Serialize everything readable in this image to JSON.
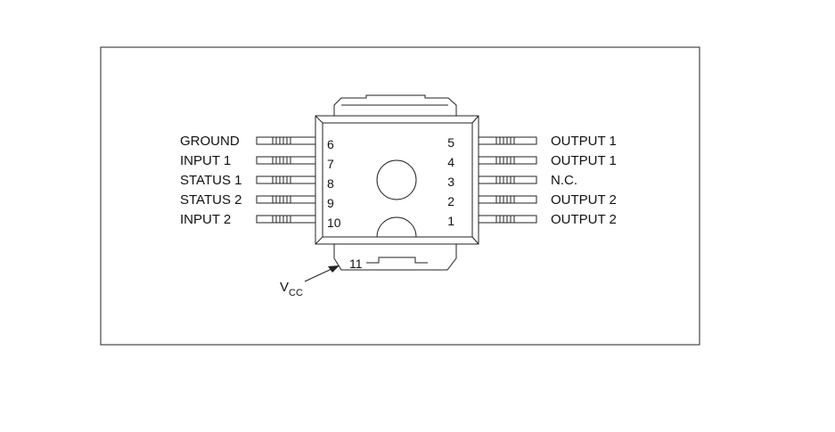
{
  "left_pins": [
    {
      "label": "GROUND",
      "number": "6"
    },
    {
      "label": "INPUT 1",
      "number": "7"
    },
    {
      "label": "STATUS 1",
      "number": "8"
    },
    {
      "label": "STATUS 2",
      "number": "9"
    },
    {
      "label": "INPUT 2",
      "number": "10"
    }
  ],
  "right_pins": [
    {
      "label": "OUTPUT 1",
      "number": "5"
    },
    {
      "label": "OUTPUT 1",
      "number": "4"
    },
    {
      "label": "N.C.",
      "number": "3"
    },
    {
      "label": "OUTPUT 2",
      "number": "2"
    },
    {
      "label": "OUTPUT 2",
      "number": "1"
    }
  ],
  "tab_pin": {
    "number": "11",
    "label_main": "V",
    "label_sub": "CC"
  }
}
